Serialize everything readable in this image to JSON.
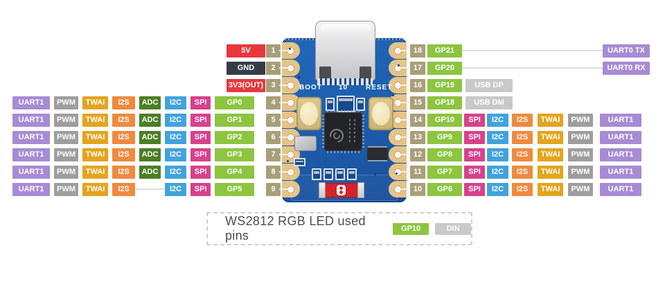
{
  "colors": {
    "UART1": "#a78bd4",
    "PWM": "#9e9e9e",
    "TWAI": "#e3a51f",
    "I2S": "#ef8a3f",
    "ADC": "#4c7e25",
    "I2C": "#41a3db",
    "SPI": "#d8418c",
    "GP": "#8cc540",
    "PIN": "#a89f7a",
    "5V": "#e8383d",
    "GND": "#353c47",
    "3V3(OUT)": "#e8383d",
    "USB": "#c9c9c9",
    "UART0": "#a78bd4",
    "DIN": "#c9c9c9",
    "LINE": "#dcdcdc"
  },
  "board": {
    "silkscreen": {
      "boot": "BOOT",
      "ten": "10",
      "reset": "RESET"
    }
  },
  "left_rows": [
    {
      "pin": "1",
      "power": "5V"
    },
    {
      "pin": "2",
      "power": "GND"
    },
    {
      "pin": "3",
      "power": "3V3(OUT)"
    },
    {
      "pin": "4",
      "gp": "GP0",
      "funcs": [
        "UART1",
        "PWM",
        "TWAI",
        "I2S",
        "ADC",
        "I2C",
        "SPI"
      ]
    },
    {
      "pin": "5",
      "gp": "GP1",
      "funcs": [
        "UART1",
        "PWM",
        "TWAI",
        "I2S",
        "ADC",
        "I2C",
        "SPI"
      ]
    },
    {
      "pin": "6",
      "gp": "GP2",
      "funcs": [
        "UART1",
        "PWM",
        "TWAI",
        "I2S",
        "ADC",
        "I2C",
        "SPI"
      ]
    },
    {
      "pin": "7",
      "gp": "GP3",
      "funcs": [
        "UART1",
        "PWM",
        "TWAI",
        "I2S",
        "ADC",
        "I2C",
        "SPI"
      ]
    },
    {
      "pin": "8",
      "gp": "GP4",
      "funcs": [
        "UART1",
        "PWM",
        "TWAI",
        "I2S",
        "ADC",
        "I2C",
        "SPI"
      ]
    },
    {
      "pin": "9",
      "gp": "GP5",
      "funcs": [
        "UART1",
        "PWM",
        "TWAI",
        "I2S",
        null,
        "I2C",
        "SPI"
      ]
    }
  ],
  "right_rows": [
    {
      "pin": "18",
      "gp": "GP21",
      "tail": "UART0 TX",
      "tail_type": "UART0",
      "line": true
    },
    {
      "pin": "17",
      "gp": "GP20",
      "tail": "UART0 RX",
      "tail_type": "UART0",
      "line": true
    },
    {
      "pin": "16",
      "gp": "GP19",
      "tail": "USB DP",
      "tail_type": "USB"
    },
    {
      "pin": "15",
      "gp": "GP18",
      "tail": "USB DM",
      "tail_type": "USB"
    },
    {
      "pin": "14",
      "gp": "GP10",
      "funcs": [
        "SPI",
        "I2C",
        "I2S",
        "TWAI",
        "PWM",
        "UART1"
      ]
    },
    {
      "pin": "13",
      "gp": "GP9",
      "funcs": [
        "SPI",
        "I2C",
        "I2S",
        "TWAI",
        "PWM",
        "UART1"
      ]
    },
    {
      "pin": "12",
      "gp": "GP8",
      "funcs": [
        "SPI",
        "I2C",
        "I2S",
        "TWAI",
        "PWM",
        "UART1"
      ]
    },
    {
      "pin": "11",
      "gp": "GP7",
      "funcs": [
        "SPI",
        "I2C",
        "I2S",
        "TWAI",
        "PWM",
        "UART1"
      ]
    },
    {
      "pin": "10",
      "gp": "GP6",
      "funcs": [
        "SPI",
        "I2C",
        "I2S",
        "TWAI",
        "PWM",
        "UART1"
      ]
    }
  ],
  "legend": {
    "text": "WS2812 RGB LED used pins",
    "pin": "GP10",
    "signal": "DIN"
  }
}
